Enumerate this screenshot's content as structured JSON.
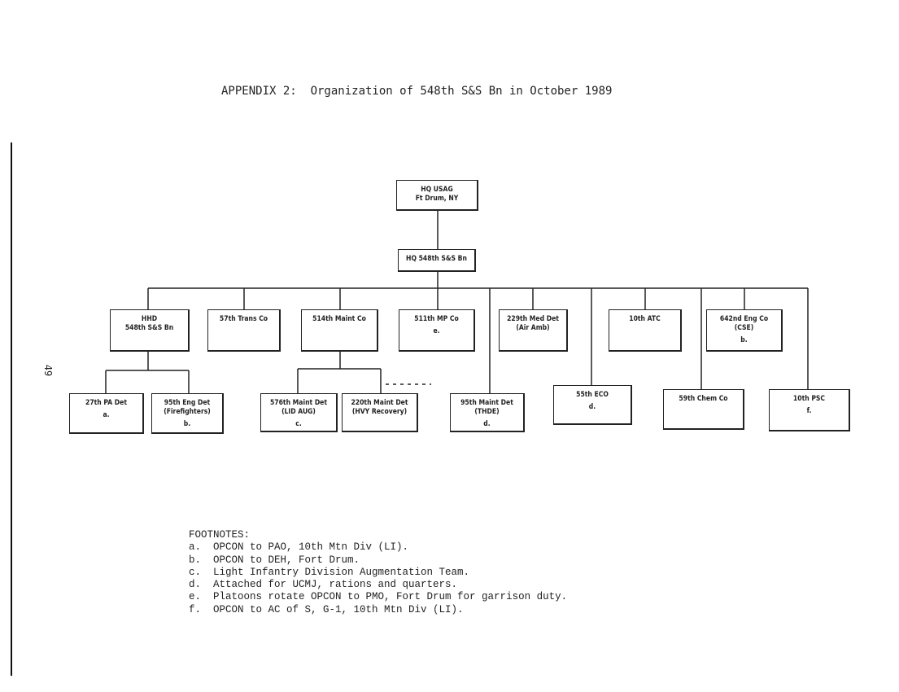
{
  "title": "APPENDIX 2:  Organization of 548th S&S Bn in October 1989",
  "page_number": "49",
  "org_chart": {
    "root": {
      "lines": [
        "HQ USAG",
        "Ft Drum, NY"
      ]
    },
    "battalion": {
      "lines": [
        "HQ 548th S&S Bn"
      ]
    },
    "units": [
      {
        "lines": [
          "HHD",
          "548th S&S Bn"
        ],
        "note": ""
      },
      {
        "lines": [
          "57th Trans Co"
        ],
        "note": ""
      },
      {
        "lines": [
          "514th Maint Co"
        ],
        "note": ""
      },
      {
        "lines": [
          "511th MP Co"
        ],
        "note": "e."
      },
      {
        "lines": [
          "229th Med Det",
          "(Air Amb)"
        ],
        "note": ""
      },
      {
        "lines": [
          "10th ATC"
        ],
        "note": ""
      },
      {
        "lines": [
          "642nd Eng Co",
          "(CSE)"
        ],
        "note": "b."
      },
      {
        "lines": [
          "95th Maint Det",
          "(THDE)"
        ],
        "note": "d."
      },
      {
        "lines": [
          "55th ECO"
        ],
        "note": "d."
      },
      {
        "lines": [
          "59th Chem Co"
        ],
        "note": ""
      },
      {
        "lines": [
          "10th PSC"
        ],
        "note": "f."
      }
    ],
    "hhd_children": [
      {
        "lines": [
          "27th PA Det"
        ],
        "note": "a."
      },
      {
        "lines": [
          "95th Eng Det",
          "(Firefighters)"
        ],
        "note": "b."
      }
    ],
    "maint_children": [
      {
        "lines": [
          "576th Maint Det",
          "(LID AUG)"
        ],
        "note": "c."
      },
      {
        "lines": [
          "220th Maint Det",
          "(HVY Recovery)"
        ],
        "note": ""
      }
    ]
  },
  "footnotes": {
    "heading": "FOOTNOTES:",
    "items": [
      "a.  OPCON to PAO, 10th Mtn Div (LI).",
      "b.  OPCON to DEH, Fort Drum.",
      "c.  Light Infantry Division Augmentation Team.",
      "d.  Attached for UCMJ, rations and quarters.",
      "e.  Platoons rotate OPCON to PMO, Fort Drum for garrison duty.",
      "f.  OPCON to AC of S, G-1, 10th Mtn Div (LI)."
    ]
  }
}
